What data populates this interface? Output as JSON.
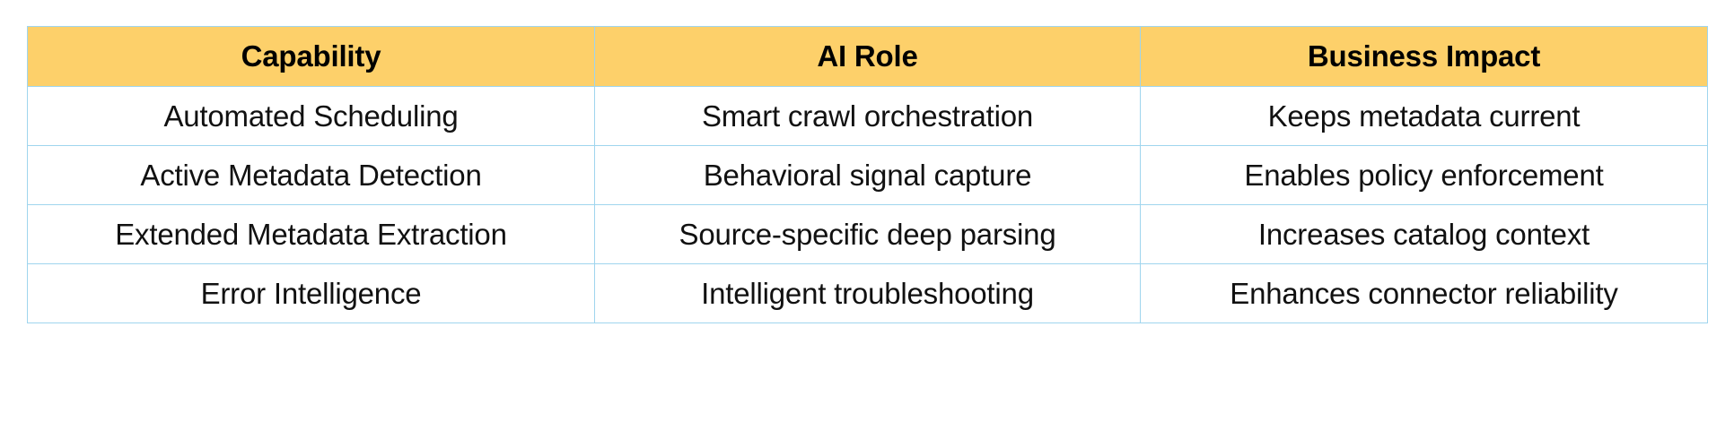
{
  "table": {
    "columns": [
      "Capability",
      "AI Role",
      "Business Impact"
    ],
    "rows": [
      {
        "capability": "Automated Scheduling",
        "ai_role": "Smart crawl orchestration",
        "business_impact": "Keeps metadata current"
      },
      {
        "capability": "Active Metadata Detection",
        "ai_role": "Behavioral signal capture",
        "business_impact": "Enables policy enforcement"
      },
      {
        "capability": "Extended Metadata Extraction",
        "ai_role": "Source-specific deep parsing",
        "business_impact": "Increases catalog context"
      },
      {
        "capability": "Error Intelligence",
        "ai_role": "Intelligent troubleshooting",
        "business_impact": "Enhances connector reliability"
      }
    ]
  },
  "colors": {
    "header_background": "#fdd06a",
    "border": "#9fd5ee",
    "page_background": "#ffffff",
    "text": "#111111",
    "header_text": "#000000"
  }
}
